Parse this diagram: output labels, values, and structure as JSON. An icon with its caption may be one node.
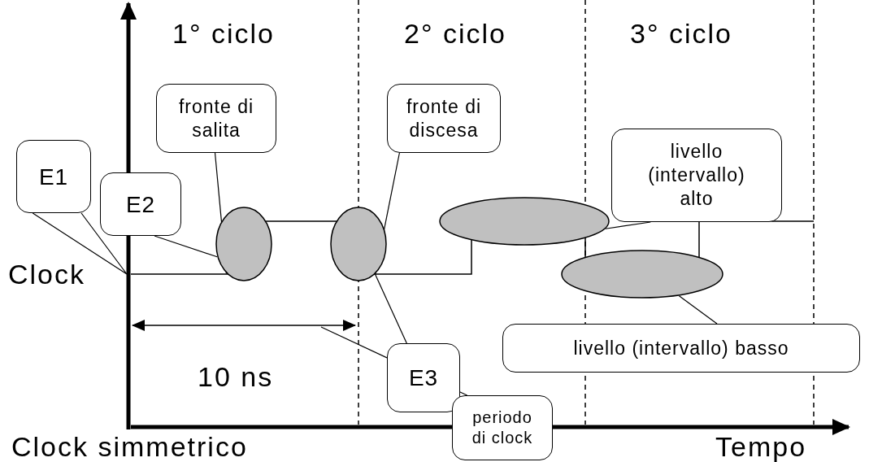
{
  "diagram": {
    "nodes": [
      {
        "text": [
          "fronte di salita"
        ]
      },
      {
        "text": [
          "fronte di discesa"
        ]
      },
      {
        "text": [
          "livello (intervallo) alto"
        ]
      },
      {
        "text": [
          "E1"
        ]
      },
      {
        "text": [
          "E2"
        ]
      },
      {
        "text": [],
        "shape": "ellipse"
      },
      {
        "text": [],
        "shape": "ellipse"
      },
      {
        "text": [],
        "shape": "ellipse"
      },
      {
        "text": [
          "E3"
        ]
      },
      {
        "text": [],
        "shape": "ellipse"
      },
      {
        "text": [
          "livello (intervallo) basso"
        ]
      },
      {
        "text": [
          "periodo di clock"
        ]
      }
    ],
    "edges": [
      {
        "from": 0,
        "to": 5,
        "arrow": "none"
      },
      {
        "from": 4,
        "to": 5,
        "arrow": "none"
      },
      {
        "from": 1,
        "to": 6,
        "arrow": "none"
      },
      {
        "from": 8,
        "to": 6,
        "arrow": "none"
      },
      {
        "from": 2,
        "to": 7,
        "arrow": "none"
      },
      {
        "from": 10,
        "to": 9,
        "arrow": "none"
      },
      {
        "from": 3,
        "to": null,
        "arrow": "none"
      },
      {
        "from": 11,
        "to": null,
        "arrow": "none"
      }
    ],
    "labels": [
      "1° ciclo",
      "2° ciclo",
      "3° ciclo",
      "Clock",
      "10 ns",
      "Clock simmetrico",
      "Tempo"
    ]
  }
}
